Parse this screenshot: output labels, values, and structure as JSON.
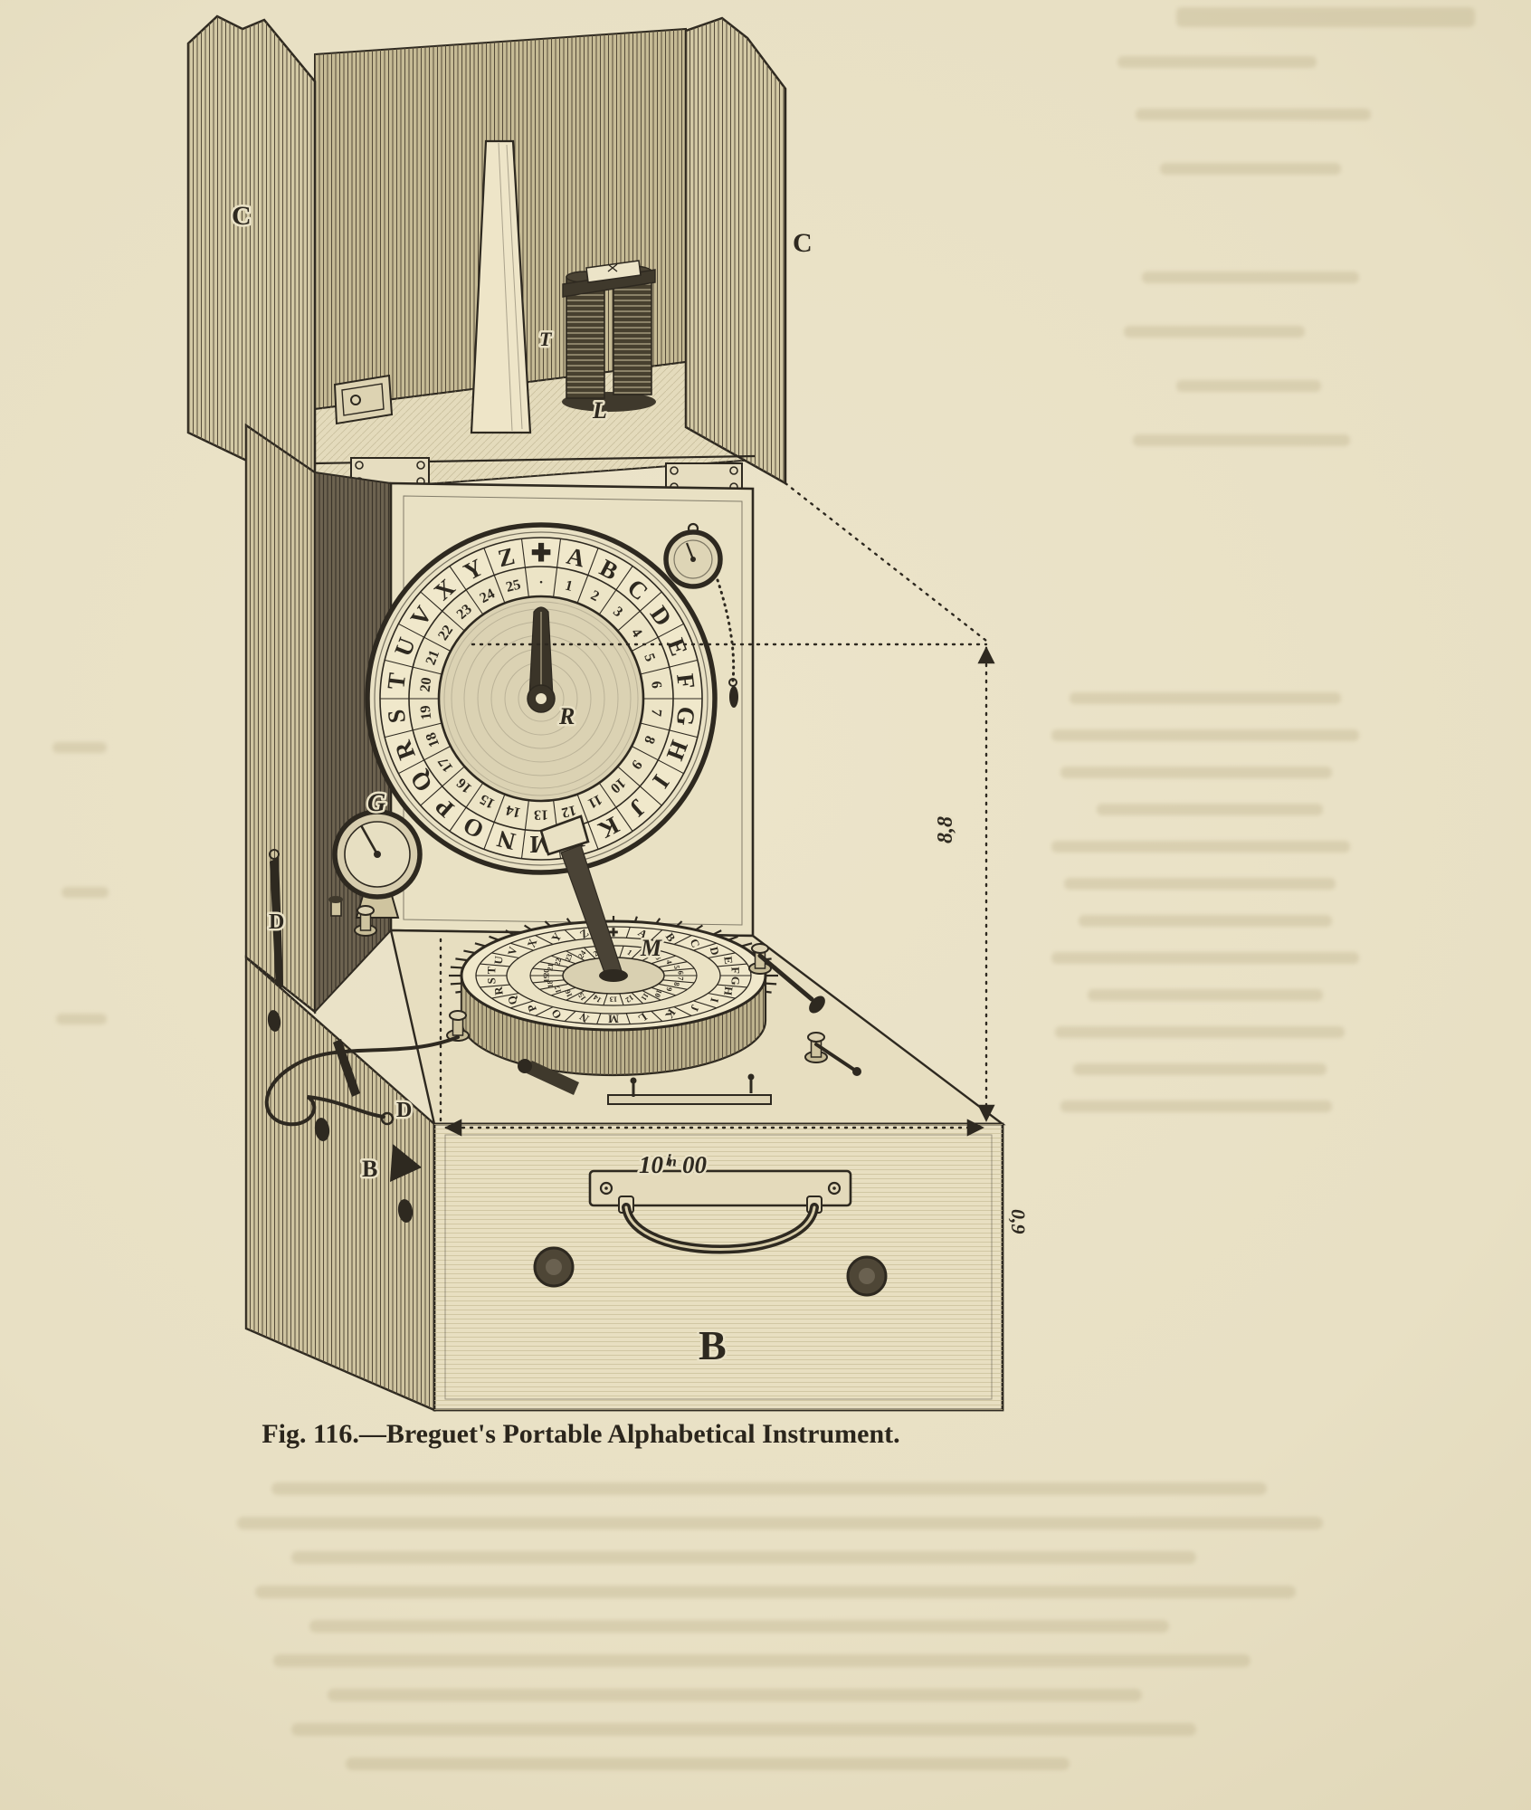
{
  "page": {
    "background": "#e8e0c4",
    "ink": "#2e2920",
    "caption": "Fig. 116.—Breguet's Portable Alphabetical Instrument."
  },
  "figure": {
    "part_labels": {
      "lid_left": "C",
      "lid_right": "C",
      "cone": "T",
      "electromagnet": "L",
      "receiver_dial_center": "R",
      "galvanometer": "G",
      "manipulator_dial": "M",
      "pointer_upper": "D",
      "pointer_lower": "D",
      "bell": "B",
      "case_front": "B"
    },
    "dimension_labels": {
      "width": "10ⁱⁿ 00",
      "height": "8,8",
      "depth": "0,9"
    },
    "dial_letters": [
      "✚",
      "A",
      "B",
      "C",
      "D",
      "E",
      "F",
      "G",
      "H",
      "I",
      "J",
      "K",
      "L",
      "M",
      "N",
      "O",
      "P",
      "Q",
      "R",
      "S",
      "T",
      "U",
      "V",
      "X",
      "Y",
      "Z"
    ],
    "dial_numbers": [
      "·",
      "1",
      "2",
      "3",
      "4",
      "5",
      "6",
      "7",
      "8",
      "9",
      "10",
      "11",
      "12",
      "13",
      "14",
      "15",
      "16",
      "17",
      "18",
      "19",
      "20",
      "21",
      "22",
      "23",
      "24",
      "25"
    ]
  }
}
